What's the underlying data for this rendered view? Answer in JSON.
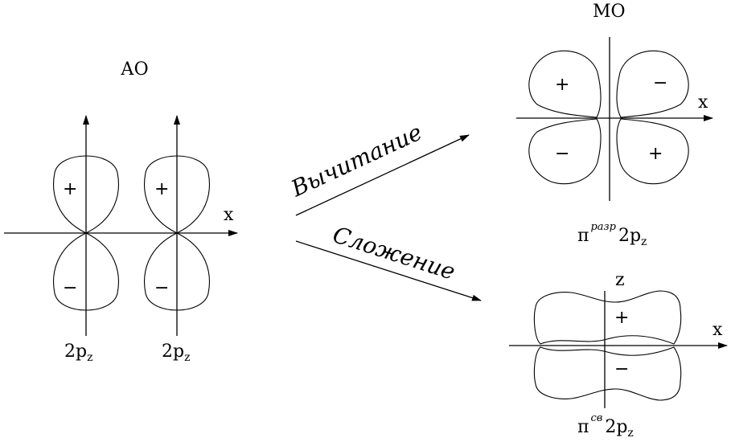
{
  "left": {
    "title": "АО",
    "x_label": "x",
    "orbital_1": {
      "main": "2p",
      "sub": "z",
      "top_sign": "+",
      "bottom_sign": "−"
    },
    "orbital_2": {
      "main": "2p",
      "sub": "z",
      "top_sign": "+",
      "bottom_sign": "−"
    }
  },
  "arrows": {
    "subtract_label": "Вычитание",
    "add_label": "Сложение"
  },
  "right_top": {
    "title": "МО",
    "x_label": "x",
    "signs": {
      "top_left": "+",
      "top_right": "−",
      "bottom_left": "−",
      "bottom_right": "+"
    },
    "caption": {
      "pi": "π",
      "sup": "разр",
      "main": "2p",
      "sub": "z"
    }
  },
  "right_bottom": {
    "z_label": "z",
    "x_label": "x",
    "signs": {
      "top": "+",
      "bottom": "−"
    },
    "caption": {
      "pi": "π",
      "sup": "св",
      "main": "2p",
      "sub": "z"
    }
  }
}
